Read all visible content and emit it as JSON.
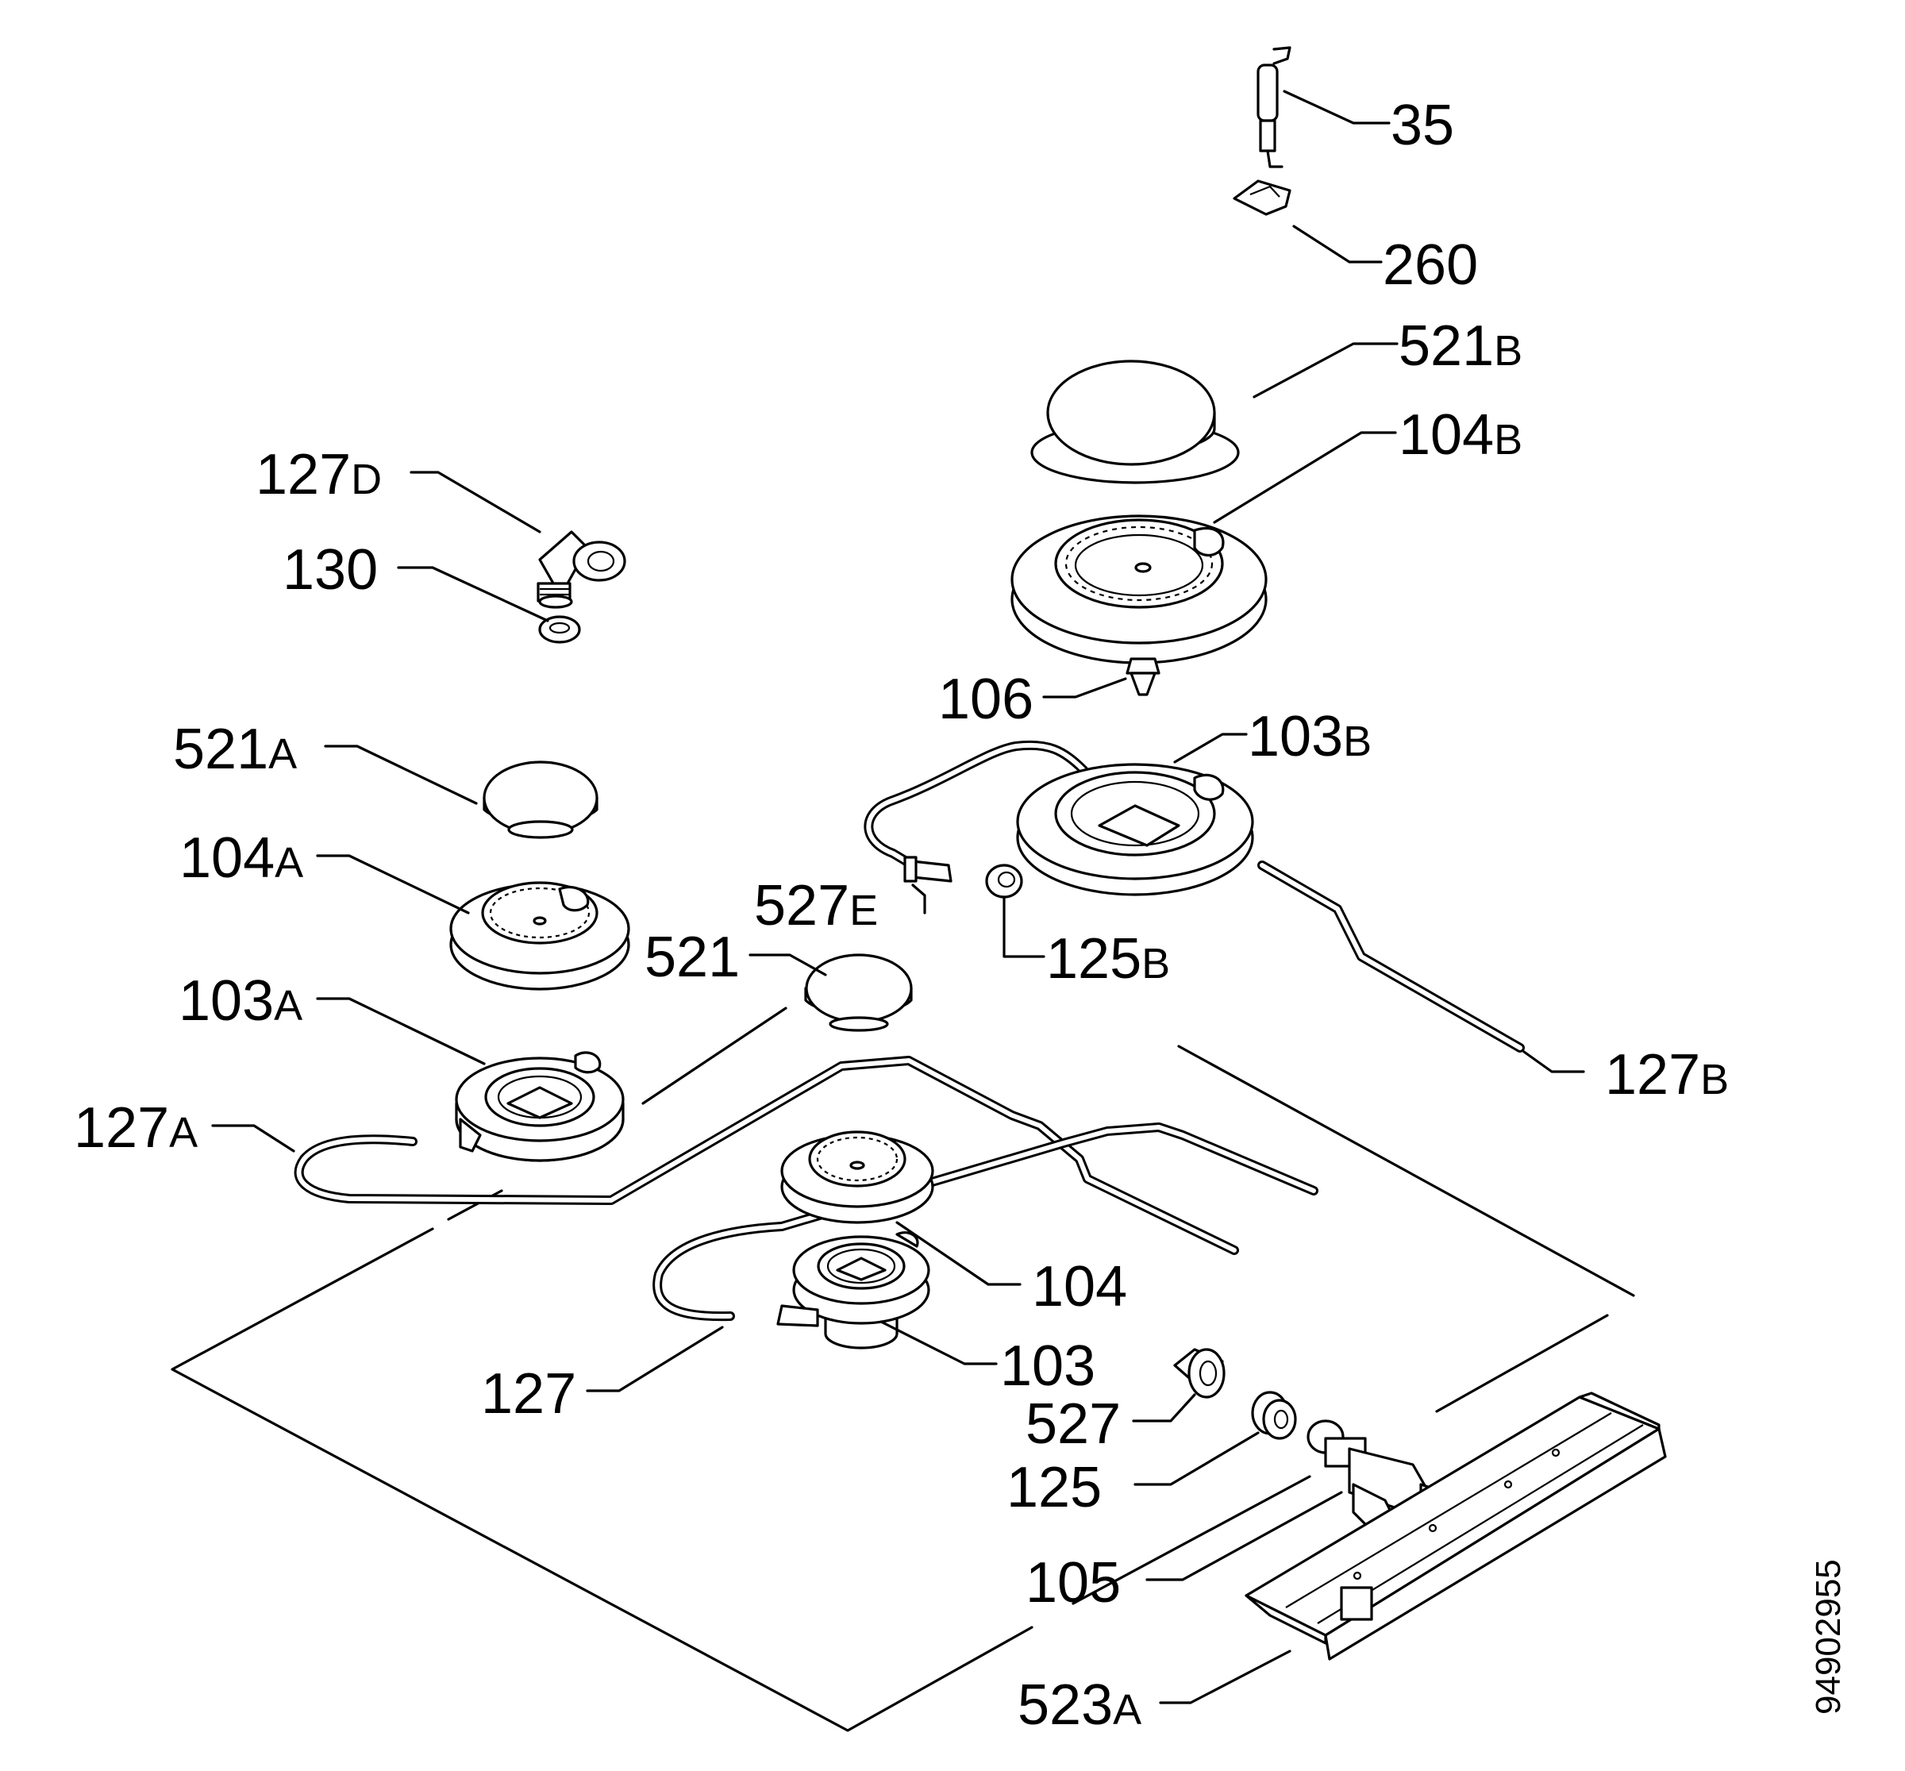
{
  "document_id": "94902955",
  "labels": [
    {
      "id": "l35",
      "main": "35",
      "suffix": ""
    },
    {
      "id": "l260",
      "main": "260",
      "suffix": ""
    },
    {
      "id": "l521b",
      "main": "521",
      "suffix": "B"
    },
    {
      "id": "l104b",
      "main": "104",
      "suffix": "B"
    },
    {
      "id": "l127d",
      "main": "127",
      "suffix": "D"
    },
    {
      "id": "l130",
      "main": "130",
      "suffix": ""
    },
    {
      "id": "l106",
      "main": "106",
      "suffix": ""
    },
    {
      "id": "l103b",
      "main": "103",
      "suffix": "B"
    },
    {
      "id": "l521a",
      "main": "521",
      "suffix": "A"
    },
    {
      "id": "l104a",
      "main": "104",
      "suffix": "A"
    },
    {
      "id": "l527e",
      "main": "527",
      "suffix": "E"
    },
    {
      "id": "l125b",
      "main": "125",
      "suffix": "B"
    },
    {
      "id": "l521",
      "main": "521",
      "suffix": ""
    },
    {
      "id": "l103a",
      "main": "103",
      "suffix": "A"
    },
    {
      "id": "l127b",
      "main": "127",
      "suffix": "B"
    },
    {
      "id": "l127a",
      "main": "127",
      "suffix": "A"
    },
    {
      "id": "l104",
      "main": "104",
      "suffix": ""
    },
    {
      "id": "l103",
      "main": "103",
      "suffix": ""
    },
    {
      "id": "l127",
      "main": "127",
      "suffix": ""
    },
    {
      "id": "l527",
      "main": "527",
      "suffix": ""
    },
    {
      "id": "l125",
      "main": "125",
      "suffix": ""
    },
    {
      "id": "l105",
      "main": "105",
      "suffix": ""
    },
    {
      "id": "l523a",
      "main": "523",
      "suffix": "A"
    }
  ]
}
